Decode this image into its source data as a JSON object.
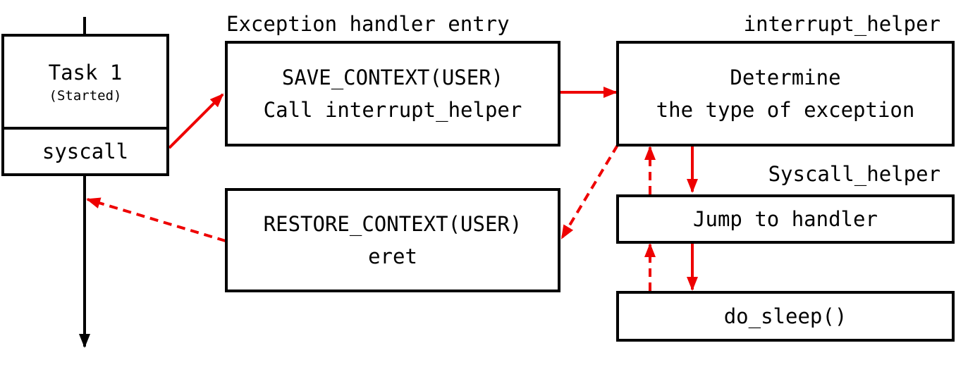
{
  "task": {
    "title": "Task 1",
    "status": "(Started)",
    "syscall_label": "syscall"
  },
  "entry": {
    "caption": "Exception handler entry",
    "line1": "SAVE_CONTEXT(USER)",
    "line2": "Call interrupt_helper"
  },
  "restore": {
    "line1": "RESTORE_CONTEXT(USER)",
    "line2": "eret"
  },
  "interrupt_helper": {
    "caption": "interrupt_helper",
    "line1": "Determine",
    "line2": "the type of exception"
  },
  "syscall_helper": {
    "caption": "Syscall_helper",
    "label": "Jump to handler"
  },
  "do_sleep": {
    "label": "do_sleep()"
  },
  "colors": {
    "call_arrow": "#ee0000",
    "return_arrow": "#ee0000",
    "timeline": "#000000"
  }
}
